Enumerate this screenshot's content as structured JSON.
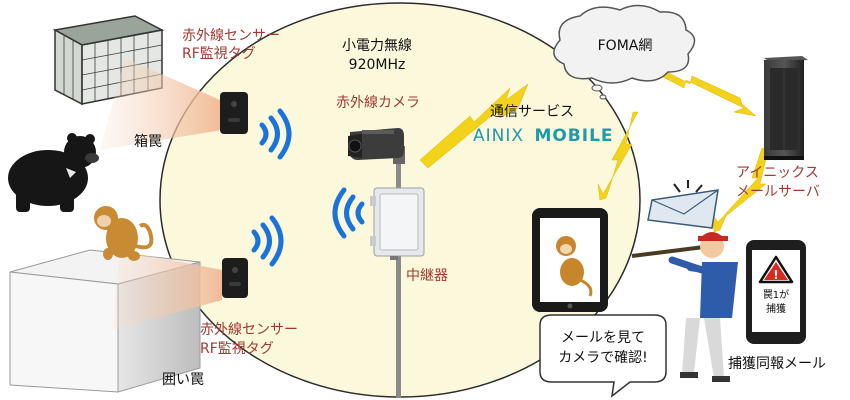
{
  "labels": {
    "sensor_top_line1": "赤外線センサー",
    "sensor_top_line2": "RF監視タグ",
    "radio_line1": "小電力無線",
    "radio_line2": "920MHz",
    "ir_camera": "赤外線カメラ",
    "comm_service": "通信サービス",
    "ainix_part1": "AINIX",
    "ainix_part2": "MOBILE",
    "foma": "FOMA網",
    "box_trap": "箱罠",
    "relay": "中継器",
    "ainix_server_line1": "アイニックス",
    "ainix_server_line2": "メールサーバ",
    "sensor_bottom_line1": "赤外線センサー",
    "sensor_bottom_line2": "RF監視タグ",
    "enclosure_trap": "囲い罠",
    "bubble_line1": "メールを見て",
    "bubble_line2": "カメラで確認!",
    "capture_mail": "捕獲同報メール",
    "phone_line1": "罠1が",
    "phone_line2": "捕獲"
  },
  "colors": {
    "label_red": "#a23a32",
    "circle_fill": "#fbf8dc",
    "wave_blue": "#1a73d9",
    "lightning_yellow": "#f2d21b",
    "ainix_teal": "#1f9aa8"
  }
}
